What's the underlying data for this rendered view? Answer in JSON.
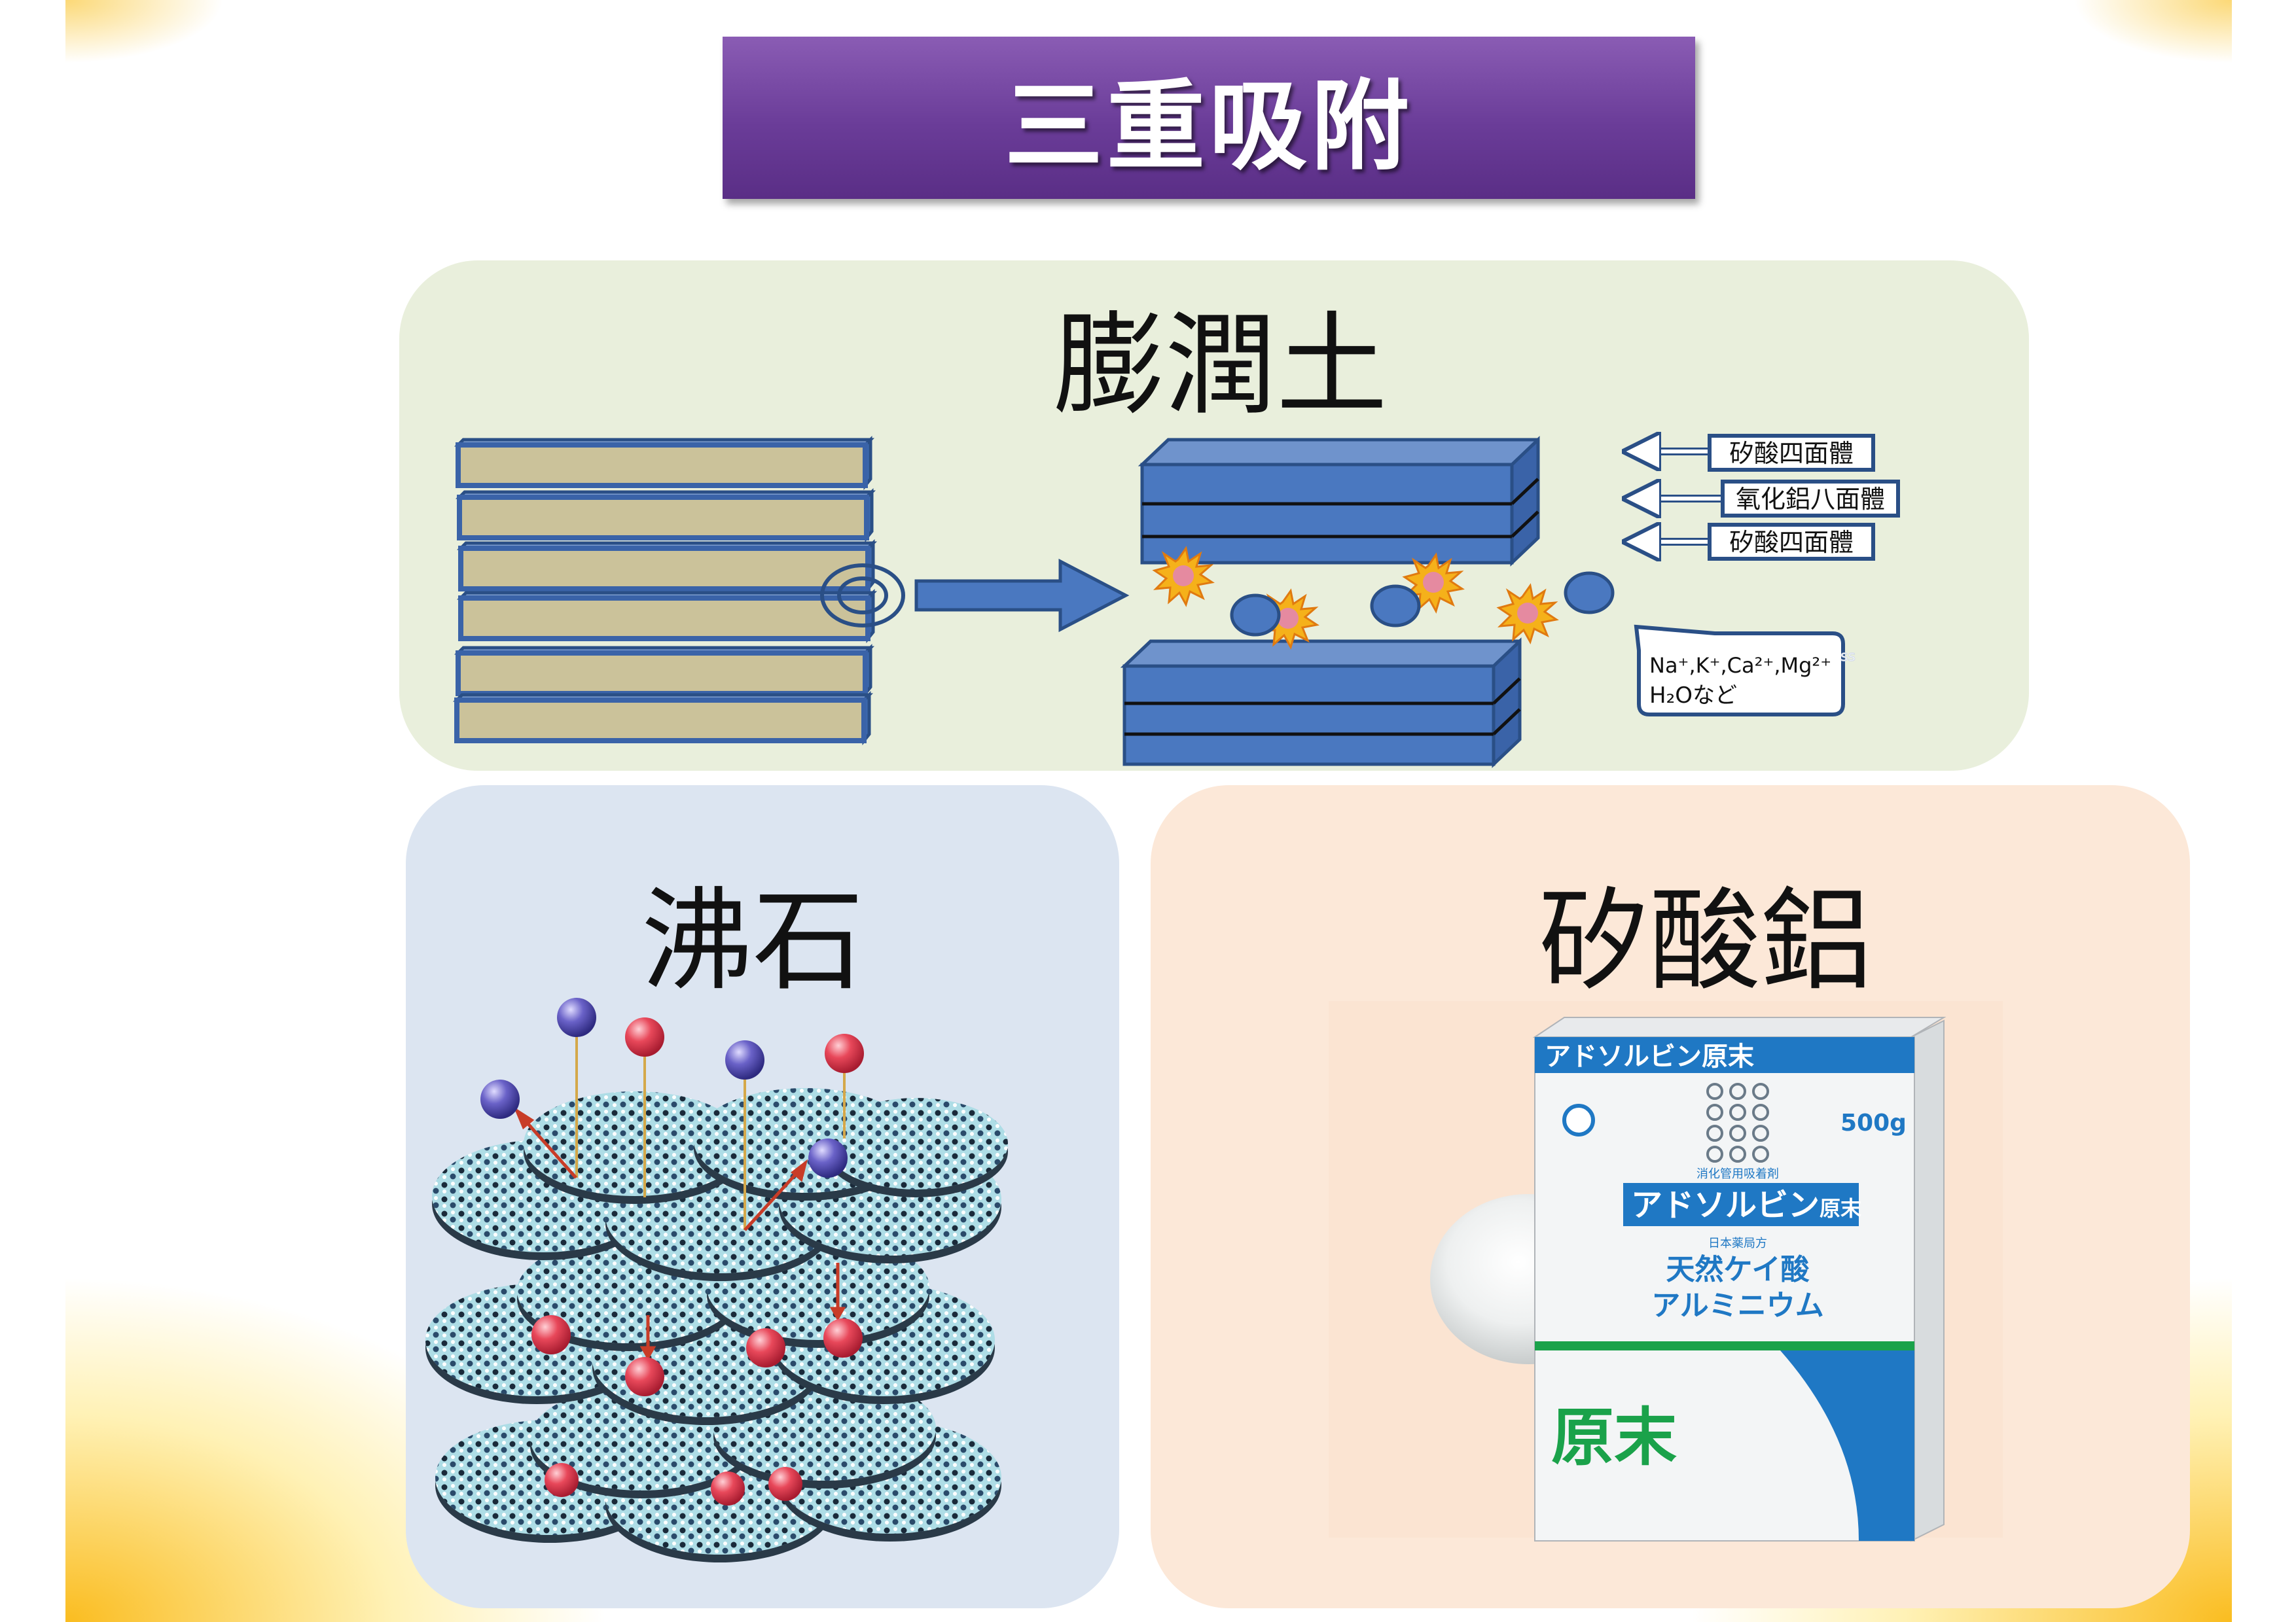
{
  "title": "三重吸附",
  "bentonite": {
    "title": "膨潤土",
    "layer_labels": [
      "矽酸四面體",
      "氧化鋁八面體",
      "矽酸四面體"
    ],
    "ions_line1": "Na⁺,K⁺,Ca²⁺,Mg²⁺",
    "ions_suffix": "ss",
    "ions_line2": "H₂Oなど"
  },
  "zeolite": {
    "title": "沸石"
  },
  "aluminum_silicate": {
    "title": "矽酸鋁",
    "package": {
      "top_band": "アドソルビン原末",
      "weight": "500g",
      "category": "消化管用吸着剤",
      "brand": "アドソルビン",
      "brand_suffix": "原末",
      "pharmacopoeia": "日本薬局方",
      "ingredient_line1": "天然ケイ酸",
      "ingredient_line2": "アルミニウム",
      "big_label": "原末"
    }
  },
  "colors": {
    "title_purple": "#7b4fa8",
    "clay_fill": "#cbc29a",
    "layer_blue": "#4a78c0",
    "layer_outline": "#2a4f86",
    "sphere_red": "#e2485a",
    "sphere_purple": "#6a60c8",
    "package_blue": "#1f78c4",
    "package_green": "#1aa24a"
  }
}
